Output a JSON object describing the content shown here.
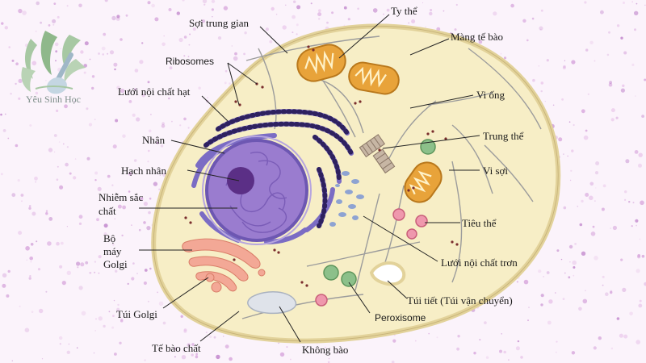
{
  "logo": {
    "text": "Yêu Sinh Học"
  },
  "labels": {
    "soi_trung_gian": "Sợi trung gian",
    "ribosomes": "Ribosomes",
    "luoi_noi_chat_hat": "Lưới nội chất hạt",
    "nhan": "Nhân",
    "hach_nhan": "Hạch nhân",
    "nhiem_sac_chat_1": "Nhiễm sắc",
    "nhiem_sac_chat_2": "chất",
    "bo_may_golgi_1": "Bộ",
    "bo_may_golgi_2": "máy",
    "bo_may_golgi_3": "Golgi",
    "tui_golgi": "Túi Golgi",
    "te_bao_chat": "Tế bào chất",
    "khong_bao": "Không bào",
    "peroxisome": "Peroxisome",
    "tui_tiet": "Túi tiết (Túi vận chuyển)",
    "luoi_noi_chat_tron": "Lưới nội chất trơn",
    "tieu_the": "Tiêu thể",
    "vi_soi": "Vi sợi",
    "trung_the": "Trung thể",
    "vi_ong": "Vi ống",
    "mang_te_bao": "Màng tế bào",
    "ty_the": "Ty thể"
  },
  "colors": {
    "cytoplasm": "#f7eec6",
    "membrane": "#e2d29a",
    "nucleus": "#9a7ccf",
    "nucleolus": "#5b2f86",
    "rough_er": "#7b6cc4",
    "golgi": "#f3a896",
    "mitochondria": "#e8a33a",
    "lysosome": "#e27a96",
    "peroxisome": "#8cc08a",
    "vacuole": "#dfe3ea"
  }
}
